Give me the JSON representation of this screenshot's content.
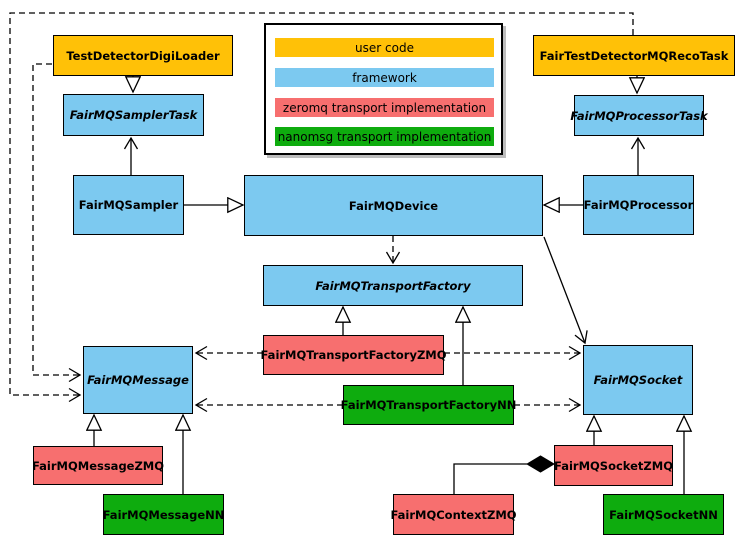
{
  "legend": {
    "items": [
      {
        "label": "user code",
        "color": "#FFC107",
        "category": "user"
      },
      {
        "label": "framework",
        "color": "#7CC9F0",
        "category": "framework"
      },
      {
        "label": "zeromq transport implementation",
        "color": "#F76F6F",
        "category": "zeromq"
      },
      {
        "label": "nanomsg transport implementation",
        "color": "#0EAC0E",
        "category": "nanomsg"
      }
    ]
  },
  "nodes": {
    "test_detector_digi_loader": {
      "label": "TestDetectorDigiLoader",
      "category": "user",
      "abstract": false
    },
    "fair_test_detector_mq_reco_task": {
      "label": "FairTestDetectorMQRecoTask",
      "category": "user",
      "abstract": false
    },
    "fairmq_sampler_task": {
      "label": "FairMQSamplerTask",
      "category": "framework",
      "abstract": true
    },
    "fairmq_processor_task": {
      "label": "FairMQProcessorTask",
      "category": "framework",
      "abstract": true
    },
    "fairmq_sampler": {
      "label": "FairMQSampler",
      "category": "framework",
      "abstract": false
    },
    "fairmq_device": {
      "label": "FairMQDevice",
      "category": "framework",
      "abstract": false
    },
    "fairmq_processor": {
      "label": "FairMQProcessor",
      "category": "framework",
      "abstract": false
    },
    "fairmq_transport_factory": {
      "label": "FairMQTransportFactory",
      "category": "framework",
      "abstract": true
    },
    "fairmq_transport_factory_zmq": {
      "label": "FairMQTransportFactoryZMQ",
      "category": "zeromq",
      "abstract": false
    },
    "fairmq_transport_factory_nn": {
      "label": "FairMQTransportFactoryNN",
      "category": "nanomsg",
      "abstract": false
    },
    "fairmq_message": {
      "label": "FairMQMessage",
      "category": "framework",
      "abstract": true
    },
    "fairmq_socket": {
      "label": "FairMQSocket",
      "category": "framework",
      "abstract": true
    },
    "fairmq_message_zmq": {
      "label": "FairMQMessageZMQ",
      "category": "zeromq",
      "abstract": false
    },
    "fairmq_message_nn": {
      "label": "FairMQMessageNN",
      "category": "nanomsg",
      "abstract": false
    },
    "fairmq_context_zmq": {
      "label": "FairMQContextZMQ",
      "category": "zeromq",
      "abstract": false
    },
    "fairmq_socket_zmq": {
      "label": "FairMQSocketZMQ",
      "category": "zeromq",
      "abstract": false
    },
    "fairmq_socket_nn": {
      "label": "FairMQSocketNN",
      "category": "nanomsg",
      "abstract": false
    }
  },
  "edges": [
    {
      "from": "TestDetectorDigiLoader",
      "to": "FairMQSamplerTask",
      "type": "inheritance"
    },
    {
      "from": "FairTestDetectorMQRecoTask",
      "to": "FairMQProcessorTask",
      "type": "inheritance"
    },
    {
      "from": "FairMQSampler",
      "to": "FairMQDevice",
      "type": "inheritance"
    },
    {
      "from": "FairMQProcessor",
      "to": "FairMQDevice",
      "type": "inheritance"
    },
    {
      "from": "FairMQSampler",
      "to": "FairMQSamplerTask",
      "type": "association"
    },
    {
      "from": "FairMQProcessor",
      "to": "FairMQProcessorTask",
      "type": "association"
    },
    {
      "from": "FairMQDevice",
      "to": "FairMQTransportFactory",
      "type": "dependency"
    },
    {
      "from": "FairMQDevice",
      "to": "FairMQSocket",
      "type": "association"
    },
    {
      "from": "TestDetectorDigiLoader",
      "to": "FairMQMessage",
      "type": "dependency"
    },
    {
      "from": "FairTestDetectorMQRecoTask",
      "to": "FairMQMessage",
      "type": "dependency"
    },
    {
      "from": "FairMQTransportFactoryZMQ",
      "to": "FairMQTransportFactory",
      "type": "inheritance"
    },
    {
      "from": "FairMQTransportFactoryNN",
      "to": "FairMQTransportFactory",
      "type": "inheritance"
    },
    {
      "from": "FairMQTransportFactoryZMQ",
      "to": "FairMQMessage",
      "type": "dependency"
    },
    {
      "from": "FairMQTransportFactoryZMQ",
      "to": "FairMQSocket",
      "type": "dependency"
    },
    {
      "from": "FairMQTransportFactoryNN",
      "to": "FairMQMessage",
      "type": "dependency"
    },
    {
      "from": "FairMQTransportFactoryNN",
      "to": "FairMQSocket",
      "type": "dependency"
    },
    {
      "from": "FairMQMessageZMQ",
      "to": "FairMQMessage",
      "type": "inheritance"
    },
    {
      "from": "FairMQMessageNN",
      "to": "FairMQMessage",
      "type": "inheritance"
    },
    {
      "from": "FairMQSocketZMQ",
      "to": "FairMQSocket",
      "type": "inheritance"
    },
    {
      "from": "FairMQSocketNN",
      "to": "FairMQSocket",
      "type": "inheritance"
    },
    {
      "from": "FairMQContextZMQ",
      "to": "FairMQSocketZMQ",
      "type": "composition"
    }
  ]
}
